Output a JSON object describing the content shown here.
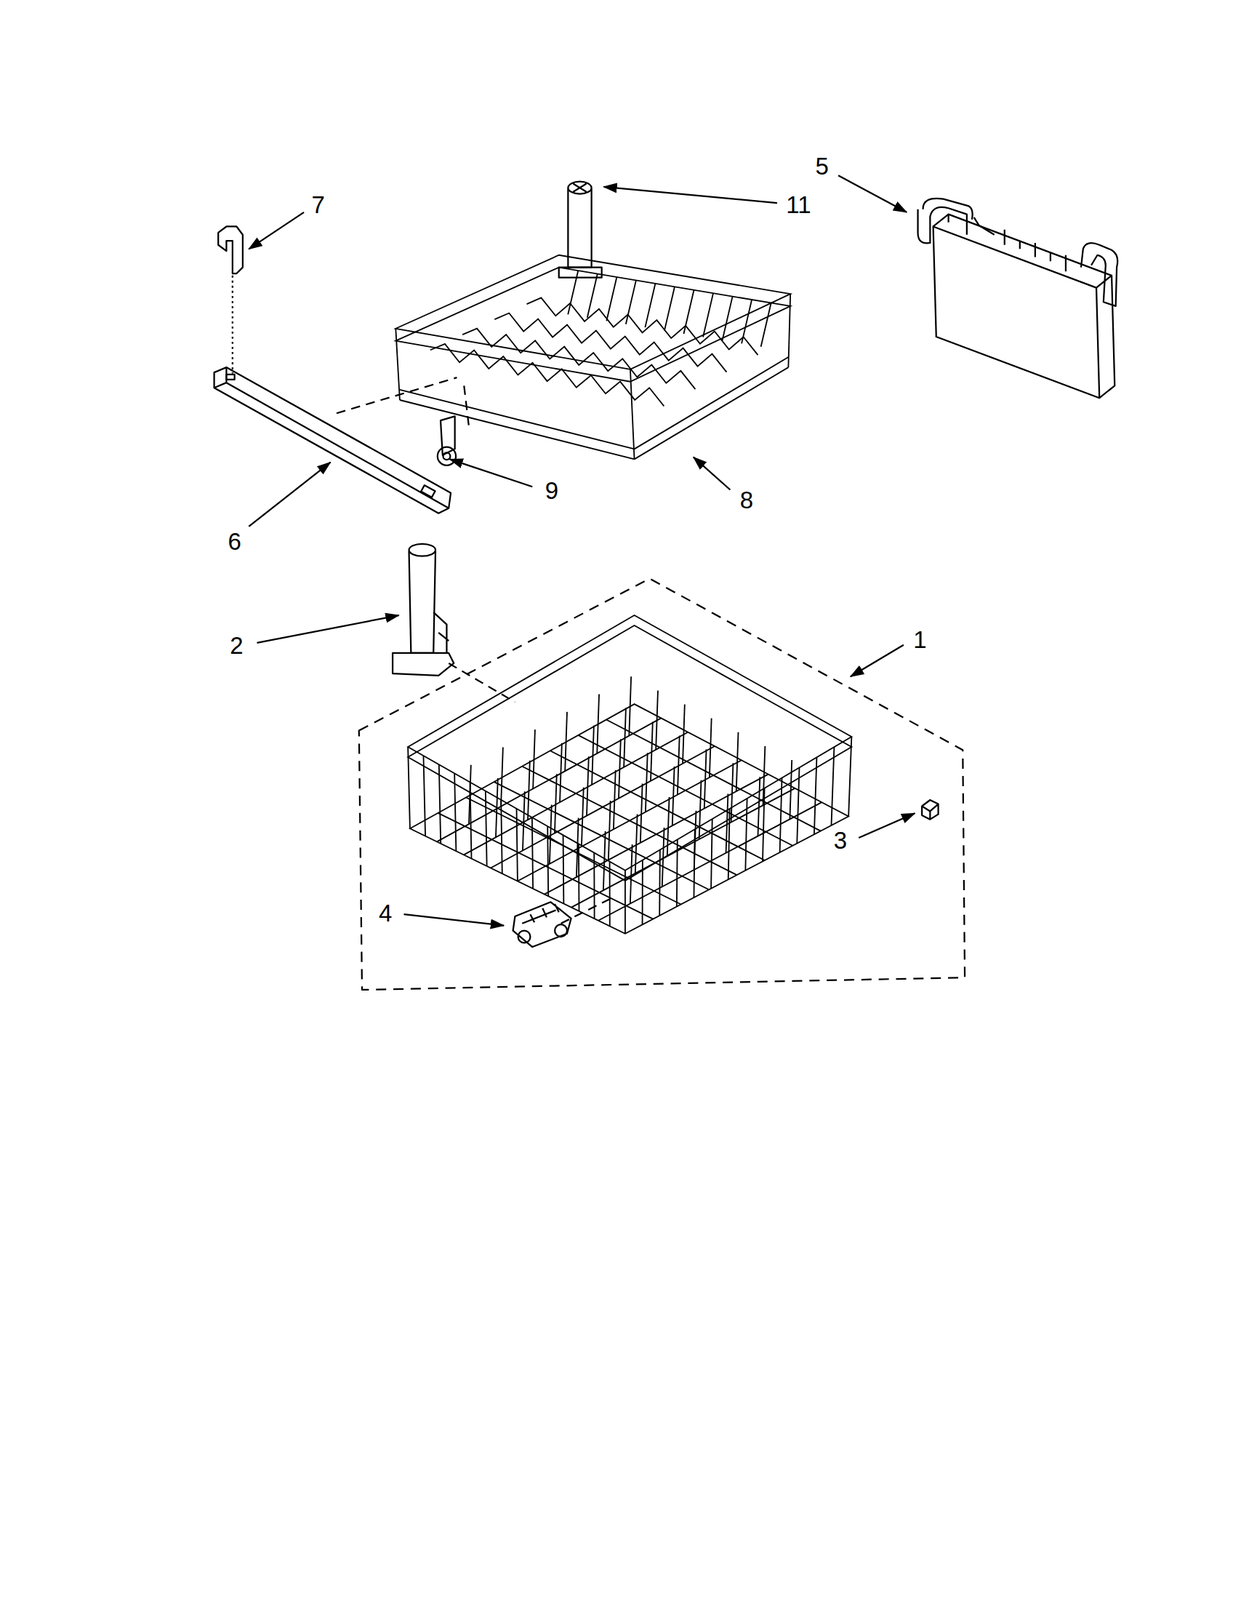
{
  "diagram": {
    "labels": [
      "5",
      "7",
      "11",
      "9",
      "8",
      "6",
      "1",
      "2",
      "3",
      "4"
    ]
  }
}
